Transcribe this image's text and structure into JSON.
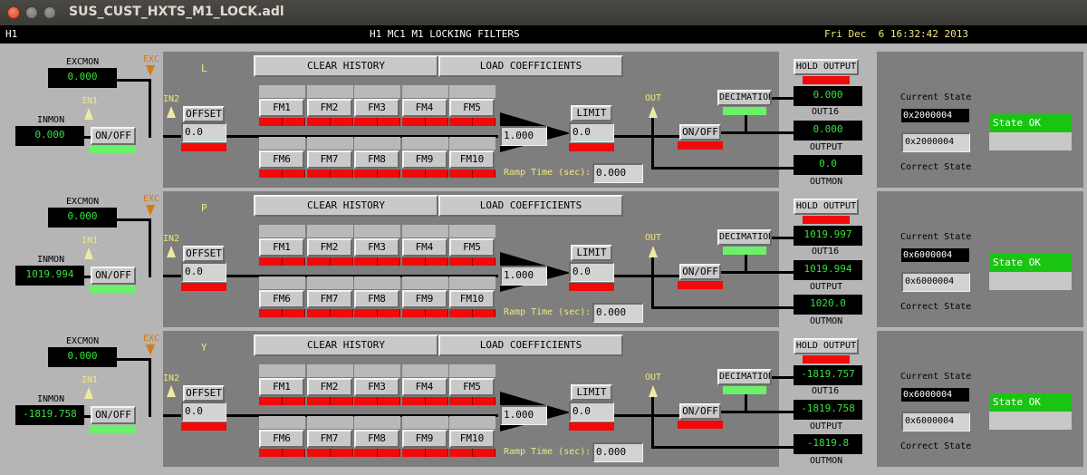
{
  "window": {
    "title": "SUS_CUST_HXTS_M1_LOCK.adl"
  },
  "header": {
    "left": "H1",
    "center": "H1 MC1 M1 LOCKING FILTERS",
    "datetime": "Fri Dec  6 16:32:42 2013"
  },
  "labels": {
    "excmon": "EXCMON",
    "exc": "EXC",
    "in1": "IN1",
    "in2": "IN2",
    "inmon": "INMON",
    "onoff": "ON/OFF",
    "offset": "OFFSET",
    "clear_history": "CLEAR HISTORY",
    "load_coefficients": "LOAD COEFFICIENTS",
    "limit": "LIMIT",
    "ramp_time": "Ramp Time (sec):",
    "out": "OUT",
    "hold_output": "HOLD OUTPUT",
    "decimation": "DECIMATION",
    "out16": "OUT16",
    "output": "OUTPUT",
    "outmon": "OUTMON",
    "current_state": "Current State",
    "correct_state": "Correct State",
    "fm_top": [
      "FM1",
      "FM2",
      "FM3",
      "FM4",
      "FM5"
    ],
    "fm_bottom": [
      "FM6",
      "FM7",
      "FM8",
      "FM9",
      "FM10"
    ]
  },
  "rows": [
    {
      "name": "L",
      "excmon": "0.000",
      "inmon": "0.000",
      "offset": "0.0",
      "gain": "1.000",
      "limit": "0.0",
      "ramp": "0.000",
      "out16": "0.000",
      "output": "0.000",
      "outmon": "0.0",
      "current_state": "0x2000004",
      "correct_state": "0x2000004",
      "state": "State OK"
    },
    {
      "name": "P",
      "excmon": "0.000",
      "inmon": "1019.994",
      "offset": "0.0",
      "gain": "1.000",
      "limit": "0.0",
      "ramp": "0.000",
      "out16": "1019.997",
      "output": "1019.994",
      "outmon": "1020.0",
      "current_state": "0x6000004",
      "correct_state": "0x6000004",
      "state": "State OK"
    },
    {
      "name": "Y",
      "excmon": "0.000",
      "inmon": "-1819.758",
      "offset": "0.0",
      "gain": "1.000",
      "limit": "0.0",
      "ramp": "0.000",
      "out16": "-1819.757",
      "output": "-1819.758",
      "outmon": "-1819.8",
      "current_state": "0x6000004",
      "correct_state": "0x6000004",
      "state": "State OK"
    }
  ],
  "colors": {
    "readout_text": "#36e23a",
    "indicator_off": "#f00a0a",
    "indicator_on": "#6cf06a",
    "state_ok": "#19c412",
    "exc_arrow": "#d57b16",
    "in_arrow": "#eeeaa2"
  }
}
